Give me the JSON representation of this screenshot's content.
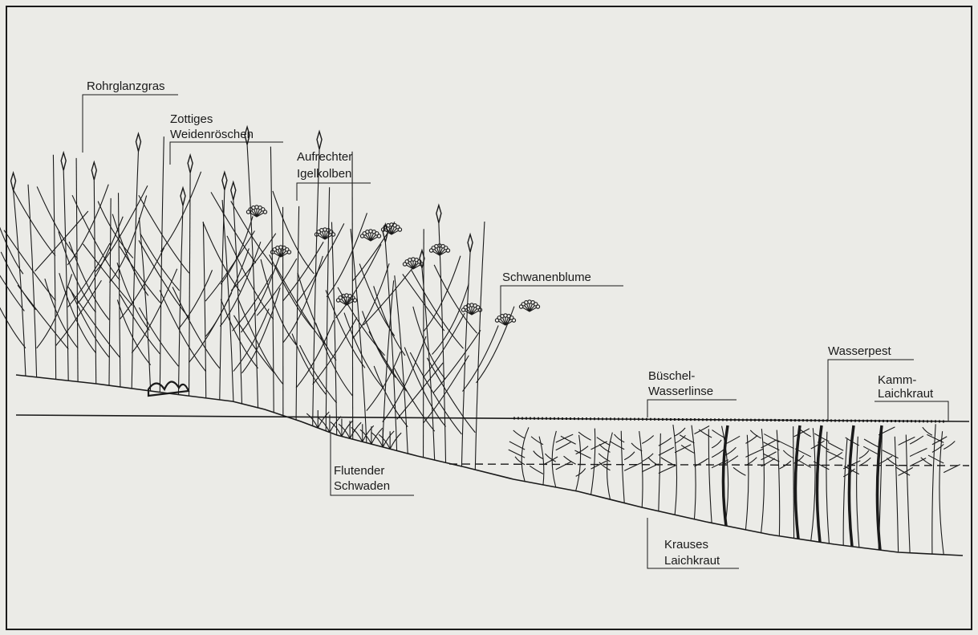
{
  "figure": {
    "labels": {
      "rohrglanzgras": "Rohrglanzgras",
      "zottiges_1": "Zottiges",
      "zottiges_2": "Weidenröschen",
      "aufrechter_1": "Aufrechter",
      "aufrechter_2": "Igelkolben",
      "schwanenblume": "Schwanenblume",
      "wasserpest": "Wasserpest",
      "bueschel_1": "Büschel-",
      "bueschel_2": "Wasserlinse",
      "kamm_1": "Kamm-",
      "kamm_2": "Laichkraut",
      "flutender_1": "Flutender",
      "flutender_2": "Schwaden",
      "krauses_1": "Krauses",
      "krauses_2": "Laichkraut"
    },
    "colors": {
      "paper": "#ebebe7",
      "ink": "#1a1a1a"
    }
  }
}
